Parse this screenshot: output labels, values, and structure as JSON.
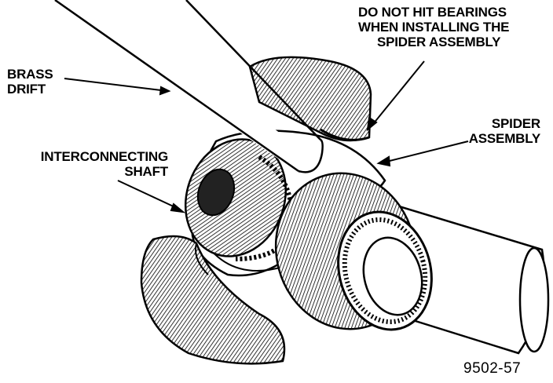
{
  "labels": {
    "warning": [
      "DO NOT HIT BEARINGS",
      "WHEN INSTALLING THE",
      "SPIDER ASSEMBLY"
    ],
    "brass_drift": [
      "BRASS",
      "DRIFT"
    ],
    "spider_assembly": [
      "SPIDER",
      "ASSEMBLY"
    ],
    "interconnecting_shaft": [
      "INTERCONNECTING",
      "SHAFT"
    ],
    "figure_number": "9502-57"
  }
}
